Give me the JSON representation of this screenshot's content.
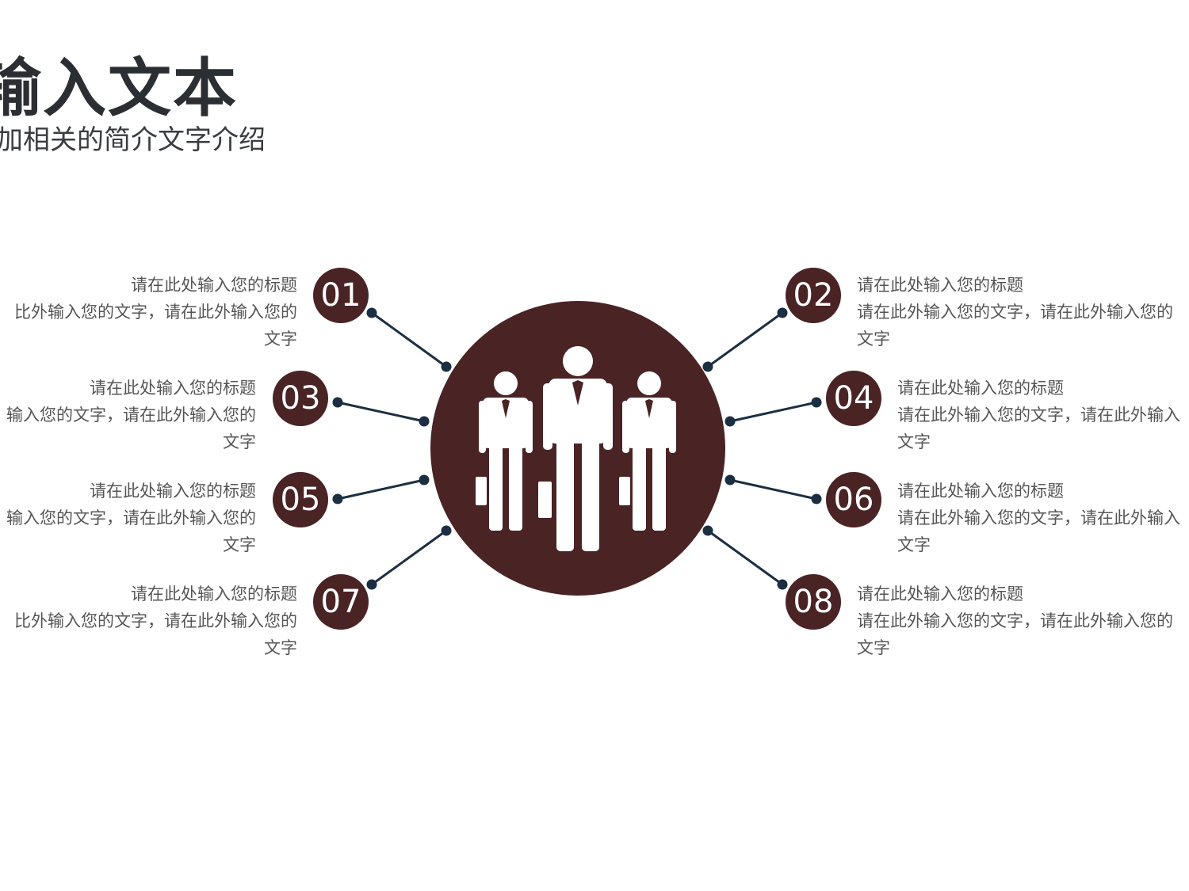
{
  "header": {
    "title": "输入文本",
    "subtitle": "加相关的简介文字介绍"
  },
  "colors": {
    "accent": "#4a2325",
    "connector": "#1c2f42",
    "title": "#2b2f33",
    "body_text": "#555555"
  },
  "hub": {
    "icon": "business-people-icon"
  },
  "items": [
    {
      "num": "01",
      "title": "请在此处输入您的标题",
      "body_line1": "比外输入您的文字，请在此外输入您的",
      "body_line2": "文字"
    },
    {
      "num": "02",
      "title": "请在此处输入您的标题",
      "body_line1": "请在此外输入您的文字，请在此外输入您的",
      "body_line2": "文字"
    },
    {
      "num": "03",
      "title": "请在此处输入您的标题",
      "body_line1": "输入您的文字，请在此外输入您的",
      "body_line2": "文字"
    },
    {
      "num": "04",
      "title": "请在此处输入您的标题",
      "body_line1": "请在此外输入您的文字，请在此外输入",
      "body_line2": "文字"
    },
    {
      "num": "05",
      "title": "请在此处输入您的标题",
      "body_line1": "输入您的文字，请在此外输入您的",
      "body_line2": "文字"
    },
    {
      "num": "06",
      "title": "请在此处输入您的标题",
      "body_line1": "请在此外输入您的文字，请在此外输入",
      "body_line2": "文字"
    },
    {
      "num": "07",
      "title": "请在此处输入您的标题",
      "body_line1": "比外输入您的文字，请在此外输入您的",
      "body_line2": "文字"
    },
    {
      "num": "08",
      "title": "请在此处输入您的标题",
      "body_line1": "请在此外输入您的文字，请在此外输入您的",
      "body_line2": "文字"
    }
  ]
}
